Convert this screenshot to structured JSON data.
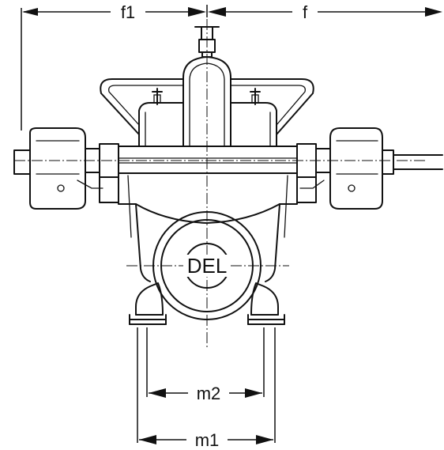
{
  "labels": {
    "f1": "f1",
    "f": "f",
    "del": "DEL",
    "m2": "m2",
    "m1": "m1"
  },
  "colors": {
    "line": "#111111",
    "background": "#ffffff"
  }
}
